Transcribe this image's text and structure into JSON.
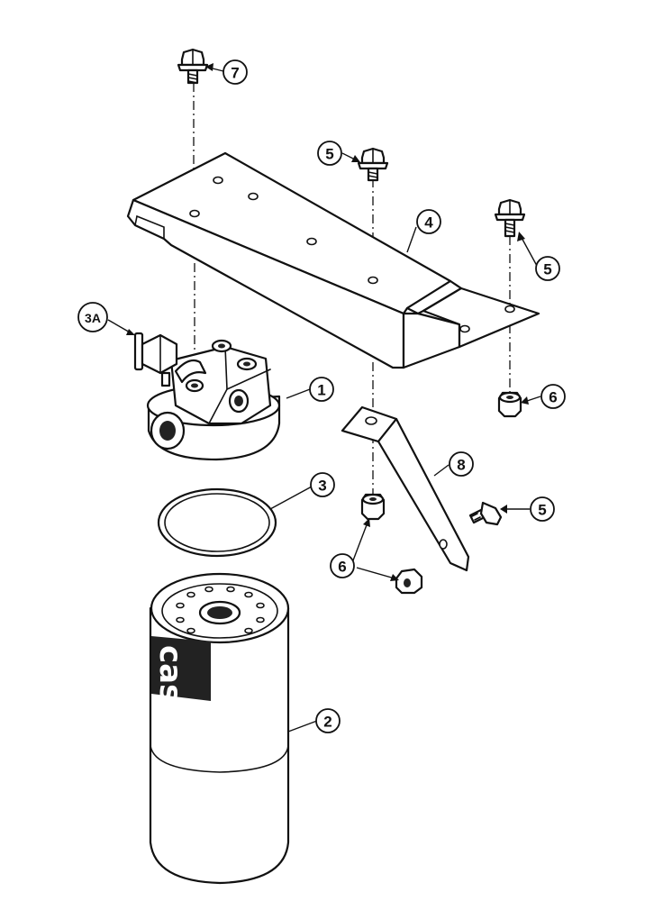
{
  "diagram": {
    "callouts": {
      "c1": "1",
      "c2": "2",
      "c3": "3",
      "c3a": "3A",
      "c4": "4",
      "c5_top": "5",
      "c5_right": "5",
      "c5_lower": "5",
      "c6_right": "6",
      "c6_lower": "6",
      "c7": "7",
      "c8": "8"
    },
    "filter_brand": "case"
  }
}
